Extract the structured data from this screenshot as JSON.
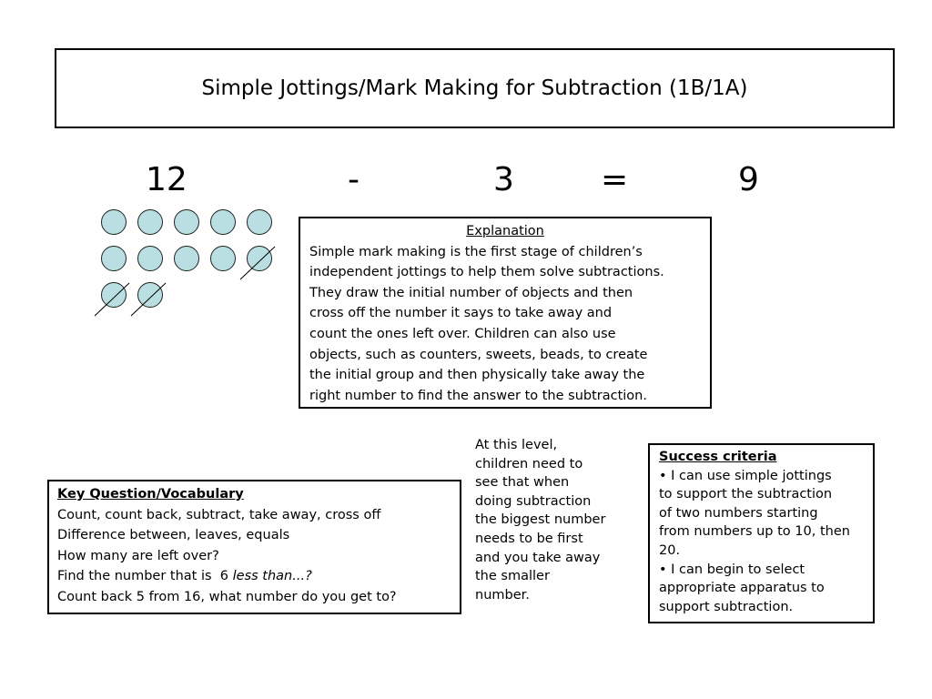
{
  "title": "Simple Jottings/Mark Making for Subtraction (1B/1A)",
  "equation": {
    "a": "12",
    "op": "-",
    "b": "3",
    "eq": "=",
    "result": "9"
  },
  "counters": {
    "total": 12,
    "crossed": 3,
    "fill": "#b9dfe2"
  },
  "explanation": {
    "heading": "Explanation",
    "text": "Simple mark making is the first stage of children’s\nindependent jottings to help them solve subtractions.\nThey draw the initial number of objects and then\ncross off the number it says to take away and\ncount the ones left over. Children can also use\nobjects, such as counters, sweets, beads, to create\nthe initial group and then  physically take away the\nright number to find the answer to the subtraction."
  },
  "key_vocab": {
    "heading": "Key Question/Vocabulary",
    "line1": "Count, count back, subtract, take away, cross off",
    "line2": "Difference between, leaves, equals",
    "line3": "How many are left over?",
    "line4_start": "Find the number that is  6 ",
    "line4_italic": "less than...?",
    "line5": "Count back 5 from 16, what number do you get to?"
  },
  "note": "At this level,\nchildren need to\nsee that when\ndoing subtraction\nthe biggest number\nneeds to be first\nand you take away\nthe smaller\nnumber.",
  "success": {
    "heading": "Success criteria",
    "item1": "• I can use simple jottings\nto support the subtraction\nof two numbers starting\nfrom numbers up to 10, then\n20.",
    "item2": "• I can begin to select\nappropriate apparatus to\nsupport subtraction."
  }
}
